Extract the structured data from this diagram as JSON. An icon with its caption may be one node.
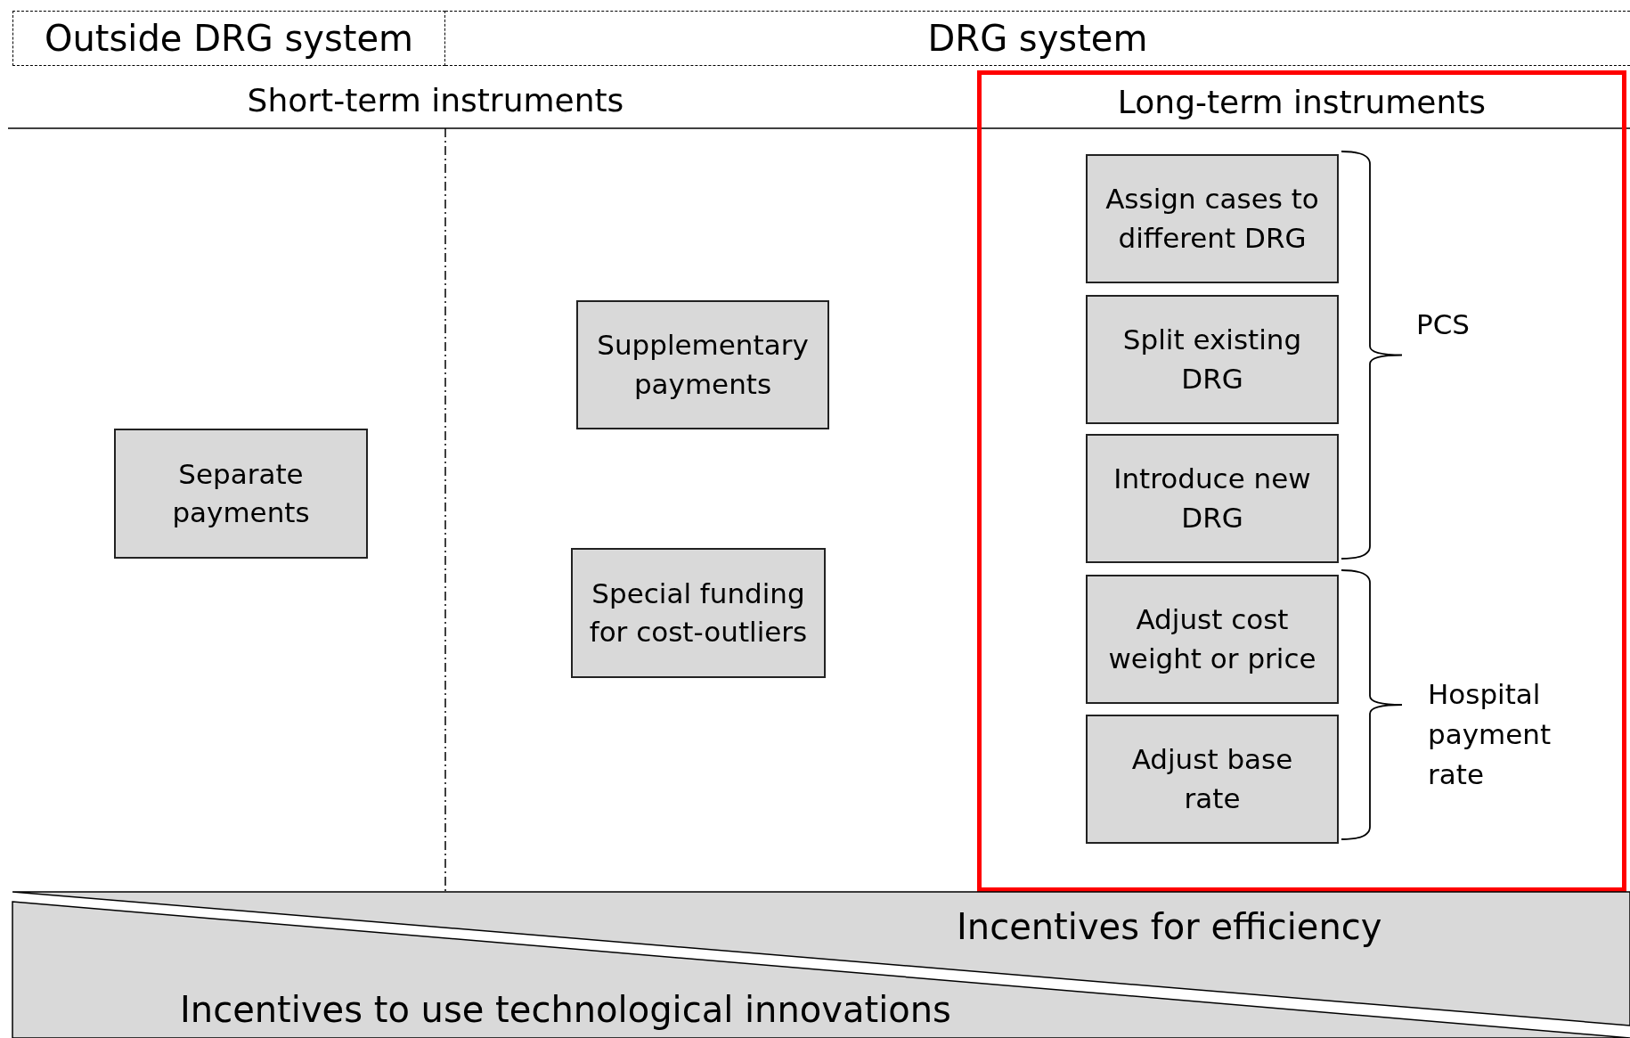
{
  "diagram": {
    "nodes": [
      {
        "text": [
          "Outside DRG system"
        ]
      },
      {
        "text": [
          "DRG system"
        ]
      },
      {
        "text": [
          "Separate payments"
        ]
      },
      {
        "text": [
          "Supplementary payments"
        ]
      },
      {
        "text": [
          "Special funding for cost-outliers"
        ]
      },
      {
        "text": [
          "Long-term instruments"
        ]
      },
      {
        "text": [
          "Assign cases to different DRG"
        ],
        "in": 5
      },
      {
        "text": [
          "Split existing DRG"
        ],
        "in": 5
      },
      {
        "text": [
          "Introduce new DRG"
        ],
        "in": 5
      },
      {
        "text": [
          "Adjust cost weight or price"
        ],
        "in": 5
      },
      {
        "text": [
          "Adjust base rate"
        ],
        "in": 5
      },
      {
        "text": [
          "Incentives for efficiency"
        ]
      },
      {
        "text": [
          "Incentives to use technological innovations"
        ]
      }
    ],
    "labels": [
      "Short-term instruments",
      "PCS",
      "Hospital payment rate"
    ]
  }
}
